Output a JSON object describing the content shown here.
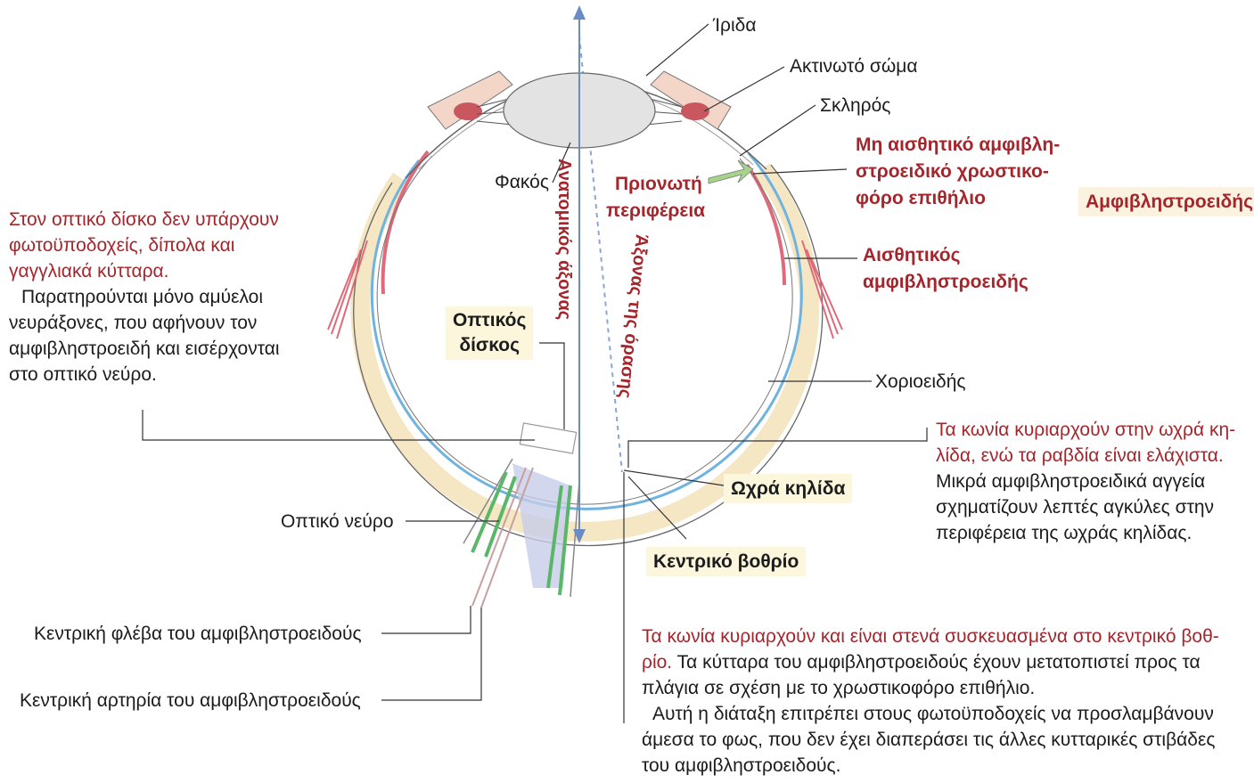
{
  "labels": {
    "iris": "Ίριδα",
    "ciliary_body": "Ακτινωτό σώμα",
    "sclera": "Σκληρός",
    "lens": "Φακός",
    "ora_serrata_1": "Πριονωτή",
    "ora_serrata_2": "περιφέρεια",
    "non_sensory_1": "Μη αισθητικό αμφιβλη-",
    "non_sensory_2": "στροειδικό χρωστικο-",
    "non_sensory_3": "φόρο επιθήλιο",
    "retina_header": "Αμφιβληστροειδής",
    "sensory_1": "Αισθητικός",
    "sensory_2": "αμφιβληστροειδής",
    "choroid": "Χοριοειδής",
    "optic_disc_1": "Οπτικός",
    "optic_disc_2": "δίσκος",
    "optic_nerve": "Οπτικό νεύρο",
    "macula": "Ωχρά κηλίδα",
    "fovea": "Κεντρικό βοθρίο",
    "central_vein": "Κεντρική φλέβα του αμφιβληστροειδούς",
    "central_artery": "Κεντρική αρτηρία του αμφιβληστροειδούς",
    "anatomical_axis": "Ανατομικός άξονας",
    "visual_axis": "Άξονας της όρασης"
  },
  "notes": {
    "optic_disc_red": [
      "Στον οπτικό δίσκο δεν υπάρχουν",
      "φωτοϋποδοχείς, δίπολα και",
      "γαγγλιακά κύτταρα."
    ],
    "optic_disc_black": [
      "Παρατηρούνται μόνο αμύελοι",
      "νευράξονες, που αφήνουν τον",
      "αμφιβληστροειδή και εισέρχονται",
      "στο οπτικό νεύρο."
    ],
    "macula_red": [
      "Τα κωνία κυριαρχούν στην ωχρά κη-",
      "λίδα, ενώ τα ραβδία είναι ελάχιστα."
    ],
    "macula_black": [
      "Μικρά αμφιβληστροειδικά αγγεία",
      "σχηματίζουν λεπτές αγκύλες στην",
      "περιφέρεια της ωχράς κηλίδας."
    ],
    "fovea_red_1": "Τα κωνία κυριαρχούν και είναι στενά συσκευασμένα στο κεντρικό βοθ-",
    "fovea_red_2": "ρίο.",
    "fovea_black_2": " Τα κύτταρα του αμφιβληστροειδούς έχουν μετατοπιστεί προς τα",
    "fovea_black_rest": [
      "πλάγια σε σχέση με το χρωστικοφόρο επιθήλιο.",
      "Αυτή η διάταξη επιτρέπει στους φωτοϋποδοχείς να προσλαμβάνουν",
      "άμεσα το φως, που δεν έχει διαπεράσει τις άλλες κυτταρικές στιβάδες",
      "του αμφιβληστροειδούς."
    ]
  },
  "colors": {
    "red_text": "#a4262c",
    "box_bg": "#fbf6dc",
    "sclera": "#f5e6c4",
    "choroid_blue": "#6fb3e0",
    "retina_pink": "#e06a7a",
    "lens": "#e3e3e3",
    "axis_blue": "#6a8cc4"
  }
}
